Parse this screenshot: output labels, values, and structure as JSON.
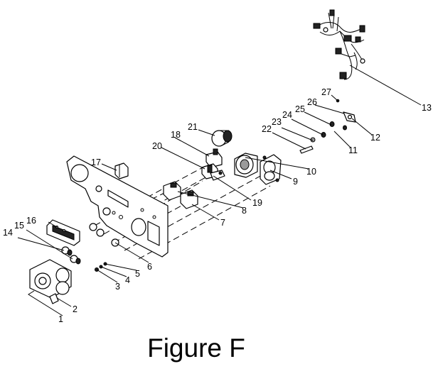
{
  "figure": {
    "caption": "Figure F",
    "callouts": [
      "1",
      "2",
      "3",
      "4",
      "5",
      "6",
      "7",
      "8",
      "9",
      "10",
      "11",
      "12",
      "13",
      "14",
      "15",
      "16",
      "17",
      "18",
      "19",
      "20",
      "21",
      "22",
      "23",
      "24",
      "25",
      "26",
      "27"
    ]
  }
}
